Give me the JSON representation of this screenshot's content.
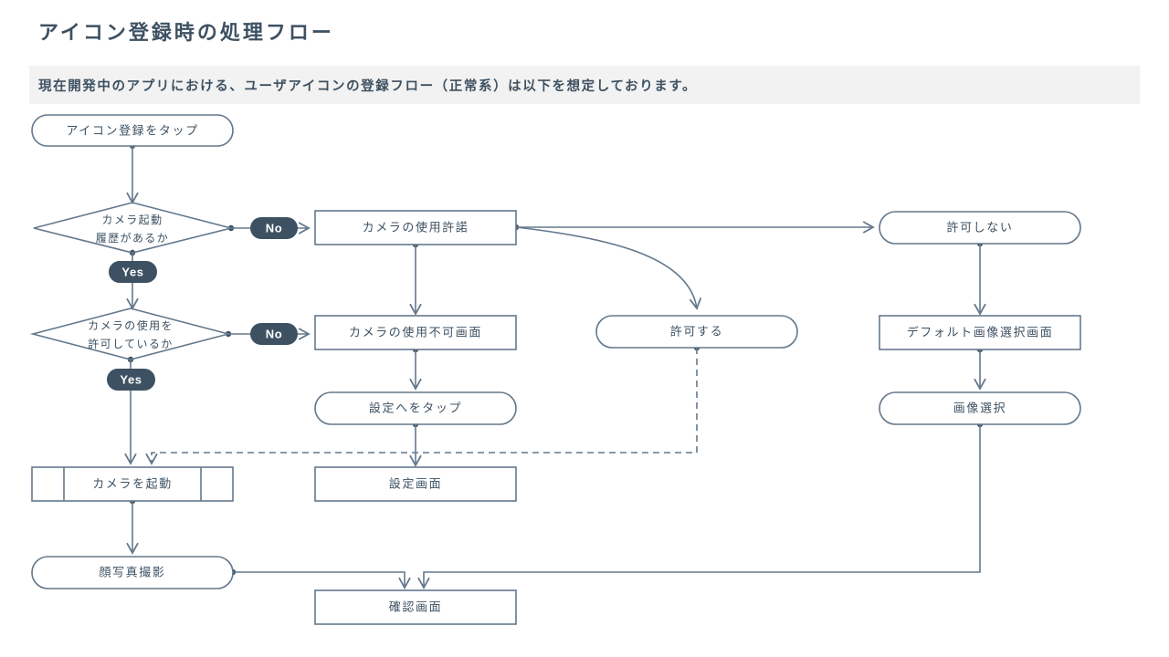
{
  "header": {
    "title": "アイコン登録時の処理フロー",
    "subtitle": "現在開発中のアプリにおける、ユーザアイコンの登録フロー（正常系）は以下を想定しております。"
  },
  "colors": {
    "ink": "#3d5162",
    "stroke": "#64788c",
    "band": "#f2f2f2",
    "pill": "#3d5162",
    "pill_text": "#ffffff",
    "canvas": "#ffffff"
  },
  "flowchart": {
    "type": "flowchart",
    "nodes": [
      {
        "id": "start",
        "shape": "stadium",
        "label": "アイコン登録をタップ"
      },
      {
        "id": "d1",
        "shape": "diamond",
        "label_line1": "カメラ起動",
        "label_line2": "履歴があるか"
      },
      {
        "id": "d2",
        "shape": "diamond",
        "label_line1": "カメラの使用を",
        "label_line2": "許可しているか"
      },
      {
        "id": "consent",
        "shape": "rectangle",
        "label": "カメラの使用許諾"
      },
      {
        "id": "disabled",
        "shape": "rectangle",
        "label": "カメラの使用不可画面"
      },
      {
        "id": "tapsettings",
        "shape": "stadium",
        "label": "設定へをタップ"
      },
      {
        "id": "settings",
        "shape": "rectangle",
        "label": "設定画面"
      },
      {
        "id": "allow",
        "shape": "stadium",
        "label": "許可する"
      },
      {
        "id": "deny",
        "shape": "stadium",
        "label": "許可しない"
      },
      {
        "id": "defaultimg",
        "shape": "rectangle",
        "label": "デフォルト画像選択画面"
      },
      {
        "id": "pickimg",
        "shape": "stadium",
        "label": "画像選択"
      },
      {
        "id": "launchcam",
        "shape": "subroutine",
        "label": "カメラを起動"
      },
      {
        "id": "facephoto",
        "shape": "stadium",
        "label": "顔写真撮影"
      },
      {
        "id": "confirm",
        "shape": "rectangle",
        "label": "確認画面"
      }
    ],
    "edge_labels": [
      {
        "id": "d1-no",
        "text": "No"
      },
      {
        "id": "d1-yes",
        "text": "Yes"
      },
      {
        "id": "d2-no",
        "text": "No"
      },
      {
        "id": "d2-yes",
        "text": "Yes"
      }
    ],
    "edges": [
      {
        "from": "start",
        "to": "d1",
        "style": "solid"
      },
      {
        "from": "d1",
        "to": "consent",
        "style": "solid",
        "label": "No"
      },
      {
        "from": "d1",
        "to": "d2",
        "style": "solid",
        "label": "Yes"
      },
      {
        "from": "consent",
        "to": "disabled",
        "style": "solid"
      },
      {
        "from": "consent",
        "to": "deny",
        "style": "solid"
      },
      {
        "from": "consent",
        "to": "allow",
        "style": "curved"
      },
      {
        "from": "d2",
        "to": "disabled",
        "style": "solid",
        "label": "No"
      },
      {
        "from": "d2",
        "to": "launchcam",
        "style": "solid",
        "label": "Yes"
      },
      {
        "from": "disabled",
        "to": "tapsettings",
        "style": "solid"
      },
      {
        "from": "tapsettings",
        "to": "settings",
        "style": "solid"
      },
      {
        "from": "allow",
        "to": "launchcam",
        "style": "dashed"
      },
      {
        "from": "deny",
        "to": "defaultimg",
        "style": "solid"
      },
      {
        "from": "defaultimg",
        "to": "pickimg",
        "style": "solid"
      },
      {
        "from": "pickimg",
        "to": "confirm",
        "style": "solid"
      },
      {
        "from": "launchcam",
        "to": "facephoto",
        "style": "solid"
      },
      {
        "from": "facephoto",
        "to": "confirm",
        "style": "solid"
      }
    ]
  }
}
